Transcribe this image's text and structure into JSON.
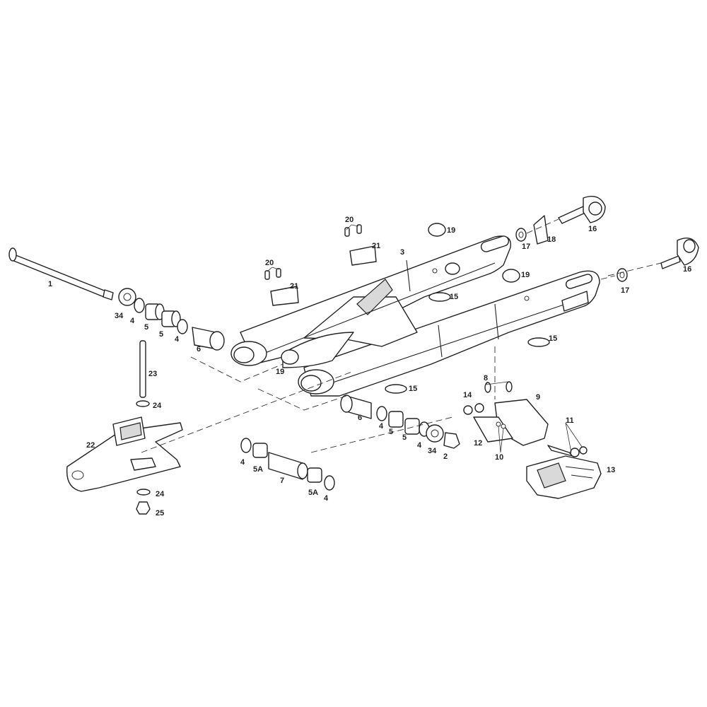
{
  "labels": {
    "p1": "1",
    "p2": "2",
    "p3": "3",
    "p4": "4",
    "p5": "5",
    "p5a": "5A",
    "p6": "6",
    "p7": "7",
    "p8": "8",
    "p9": "9",
    "p10": "10",
    "p11": "11",
    "p12": "12",
    "p13": "13",
    "p14": "14",
    "p15": "15",
    "p16": "16",
    "p17": "17",
    "p18": "18",
    "p19": "19",
    "p20": "20",
    "p21": "21",
    "p22": "22",
    "p23": "23",
    "p24": "24",
    "p25": "25",
    "p34": "34"
  }
}
